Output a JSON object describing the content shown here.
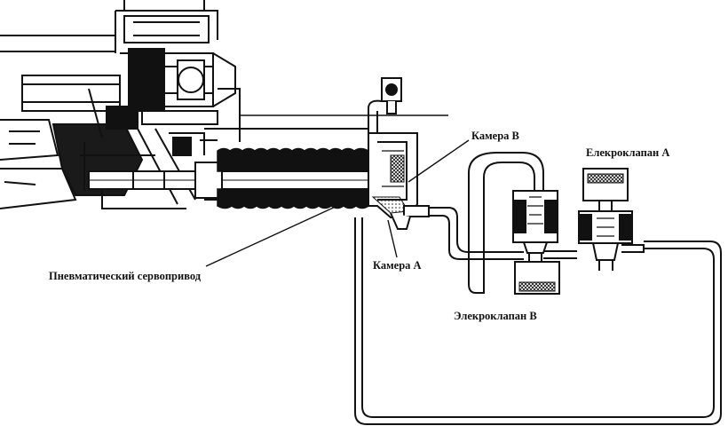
{
  "labels": {
    "chamber_b": "Камера В",
    "solenoid_a": "Елекроклапан А",
    "servo": "Пневматический сервопривод",
    "chamber_a": "Камера А",
    "solenoid_b": "Элекроклапан В"
  },
  "colors": {
    "ink": "#111111",
    "paper": "#ffffff",
    "shade": "#4a4a4a"
  }
}
